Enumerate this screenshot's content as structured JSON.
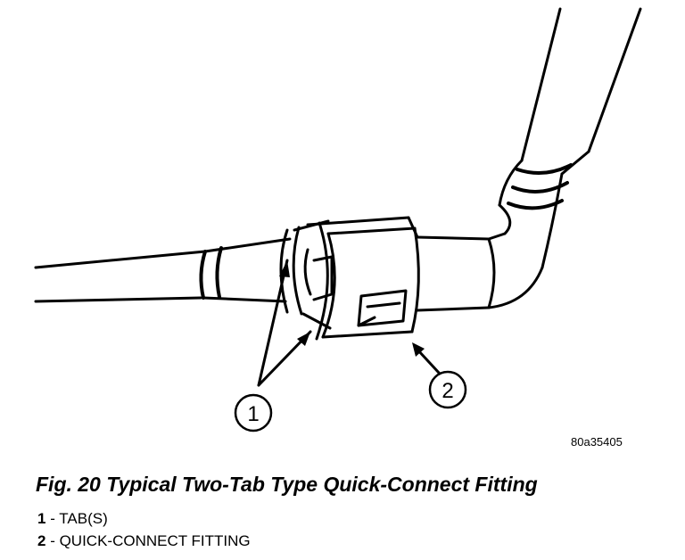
{
  "figure": {
    "image_id": "80a35405",
    "caption": "Fig. 20 Typical Two-Tab Type Quick-Connect Fitting",
    "callouts": [
      {
        "number": "1",
        "label": "TAB(S)"
      },
      {
        "number": "2",
        "label": "QUICK-CONNECT FITTING"
      }
    ],
    "legend_separator": " - "
  }
}
